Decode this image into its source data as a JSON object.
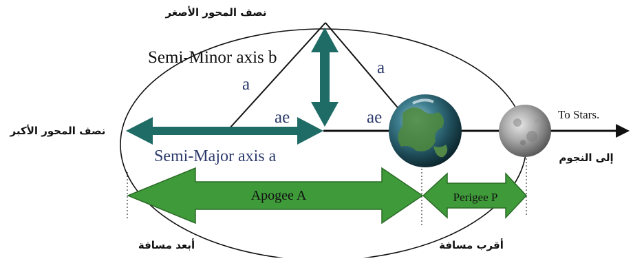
{
  "labels": {
    "semi_minor_ar": "نصف المحور الأصغر",
    "semi_minor_en": "Semi-Minor axis b",
    "a_left": "a",
    "a_right": "a",
    "ae_left": "ae",
    "ae_right": "ae",
    "semi_major_ar": "نصف المحور الأكبر",
    "semi_major_en": "Semi-Major axis a",
    "to_stars_en": "To Stars.",
    "to_stars_ar": "إلى النجوم",
    "apogee": "Apogee A",
    "perigee": "Perigee P",
    "farthest_ar": "أبعد مسافة",
    "nearest_ar": "أقرب مسافة"
  },
  "colors": {
    "teal_arrow": "#1f6b66",
    "green_arrow": "#3f9a3a",
    "green_arrow_border": "#2a6b26",
    "label_navy": "#2b3a6b",
    "line": "#111111"
  },
  "icons": {
    "earth": "earth-globe",
    "moon": "moon-sphere"
  }
}
